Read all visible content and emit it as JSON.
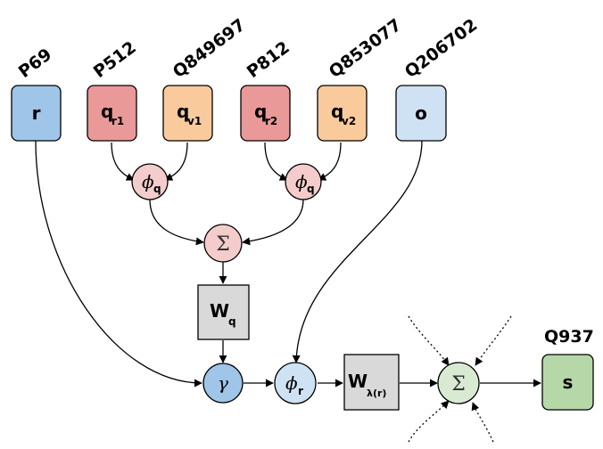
{
  "colors": {
    "blue": "#9fc5e8",
    "light_blue": "#cfe2f3",
    "red": "#ea9999",
    "orange": "#f9cb9c",
    "pink": "#f4cccc",
    "green_light": "#d9ead3",
    "green": "#b6d7a8",
    "gray": "#d9d9d9",
    "dark_green": "#38761d"
  },
  "inputs": {
    "r": {
      "label": "P69",
      "symbol": "r",
      "sub": ""
    },
    "qr1": {
      "label": "P512",
      "symbol": "q",
      "sub": "r1"
    },
    "qv1": {
      "label": "Q849697",
      "symbol": "q",
      "sub": "v1"
    },
    "qr2": {
      "label": "P812",
      "symbol": "q",
      "sub": "r2"
    },
    "qv2": {
      "label": "Q853077",
      "symbol": "q",
      "sub": "v2"
    },
    "o": {
      "label": "Q206702",
      "symbol": "o",
      "sub": ""
    }
  },
  "ops": {
    "phi_q": {
      "symbol": "ϕ",
      "sub": "q"
    },
    "sum": "Σ",
    "w_q": {
      "symbol": "W",
      "sub": "q"
    },
    "gamma": "γ",
    "phi_r": {
      "symbol": "ϕ",
      "sub": "r"
    },
    "w_lambda": {
      "symbol": "W",
      "sub": "λ(r)"
    }
  },
  "output": {
    "label": "Q937",
    "symbol": "s"
  }
}
